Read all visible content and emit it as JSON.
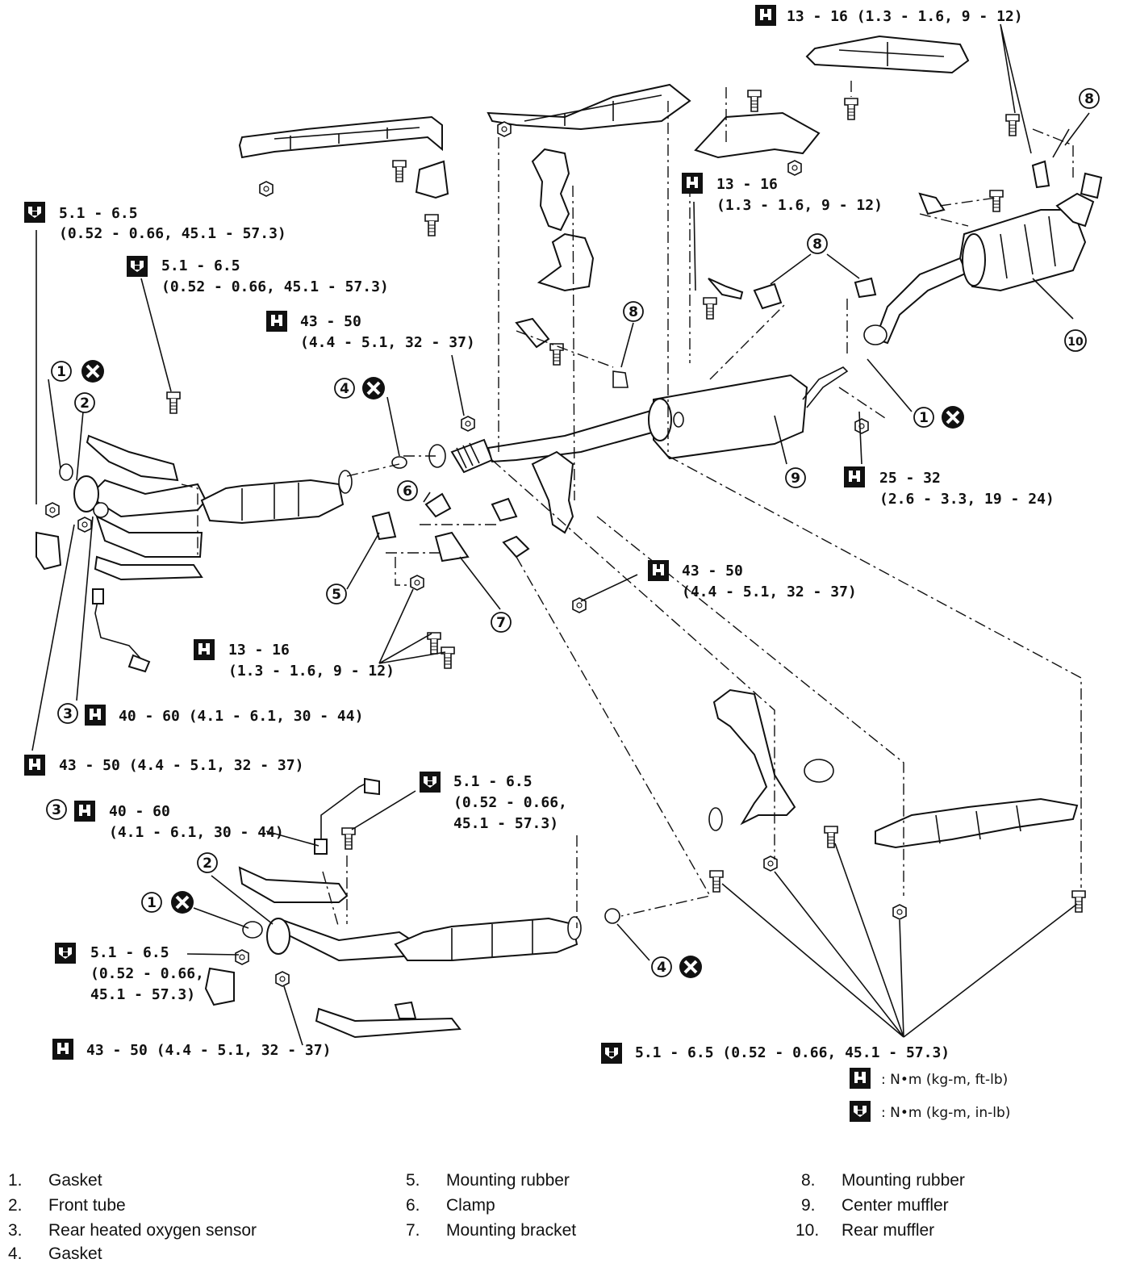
{
  "torque_specs": {
    "top_right": "13 - 16 (1.3 - 1.6, 9 - 12)",
    "hanger_bolt_a": "13 - 16",
    "hanger_bolt_b": "(1.3 - 1.6, 9 - 12)",
    "front_left_a": "5.1 - 6.5",
    "front_left_b": "(0.52 - 0.66, 45.1 - 57.3)",
    "front_left2_a": "5.1 - 6.5",
    "front_left2_b": "(0.52 - 0.66, 45.1 - 57.3)",
    "cat_nut_a": "43 - 50",
    "cat_nut_b": "(4.4 - 5.1, 32 - 37)",
    "rear_nut_a": "25 - 32",
    "rear_nut_b": "(2.6 - 3.3, 19 - 24)",
    "center_nut_a": "43 - 50",
    "center_nut_b": "(4.4 - 5.1, 32 - 37)",
    "bracket_bolt_a": "13 - 16",
    "bracket_bolt_b": "(1.3 - 1.6, 9 - 12)",
    "sensor_top": "40 - 60 (4.1 - 6.1, 30 - 44)",
    "flange_top": "43 - 50 (4.4 - 5.1, 32 - 37)",
    "lower_shield_a": "5.1 - 6.5",
    "lower_shield_b": "(0.52 - 0.66,",
    "lower_shield_c": "45.1 - 57.3)",
    "sensor_bottom_a": "40 - 60",
    "sensor_bottom_b": "(4.1 - 6.1, 30 - 44)",
    "lower_left_a": "5.1 - 6.5",
    "lower_left_b": "(0.52 - 0.66,",
    "lower_left_c": "45.1 - 57.3)",
    "flange_bottom": "43 - 50 (4.4 - 5.1, 32 - 37)",
    "bottom_right": "5.1 - 6.5 (0.52 - 0.66, 45.1 - 57.3)"
  },
  "callouts": {
    "n1": "1",
    "n2": "2",
    "n3": "3",
    "n4": "4",
    "n5": "5",
    "n6": "6",
    "n7": "7",
    "n8": "8",
    "n9": "9",
    "n10": "10"
  },
  "legend": {
    "ft_lb": ": N•m (kg-m, ft-lb)",
    "in_lb": ": N•m (kg-m, in-lb)"
  },
  "parts": [
    {
      "num": "1.",
      "name": "Gasket"
    },
    {
      "num": "2.",
      "name": "Front tube"
    },
    {
      "num": "3.",
      "name": "Rear heated oxygen sensor"
    },
    {
      "num": "4.",
      "name": "Gasket"
    },
    {
      "num": "5.",
      "name": "Mounting rubber"
    },
    {
      "num": "6.",
      "name": "Clamp"
    },
    {
      "num": "7.",
      "name": "Mounting bracket"
    },
    {
      "num": "8.",
      "name": "Mounting rubber"
    },
    {
      "num": "9.",
      "name": "Center muffler"
    },
    {
      "num": "10.",
      "name": "Rear muffler"
    }
  ]
}
